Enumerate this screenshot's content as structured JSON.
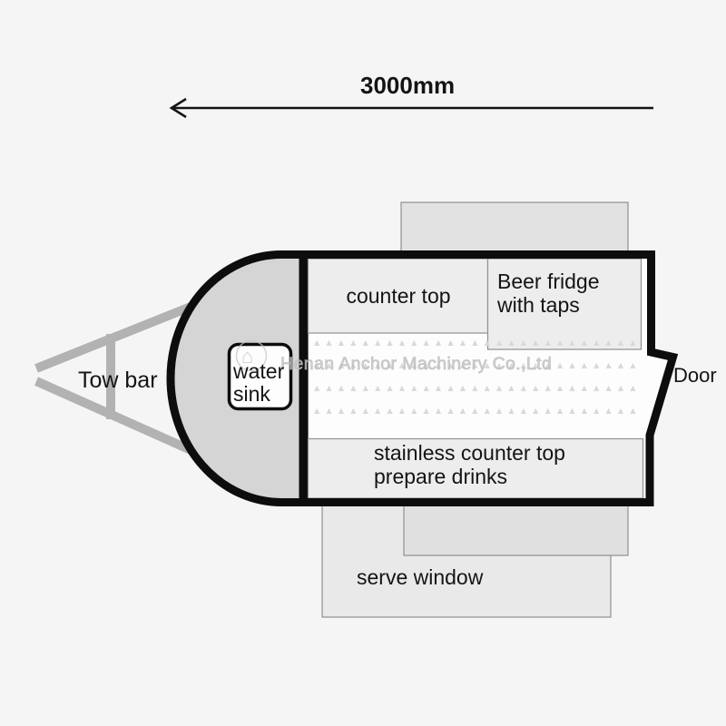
{
  "diagram": {
    "dimension_label": "3000mm",
    "labels": {
      "tow_bar": "Tow bar",
      "water_sink": "water\nsink",
      "counter_top": "counter top",
      "beer_fridge": "Beer fridge\nwith taps",
      "door": "Door",
      "stainless_counter": "stainless counter top\nprepare drinks",
      "serve_window": "serve window"
    },
    "watermark": "Henan Anchor Machinery Co.,Ltd",
    "icons": {
      "house_logo": "⌂"
    },
    "floor_pattern": {
      "glyph": "▲",
      "rows": 4,
      "cols": 28
    },
    "colors": {
      "bg": "#f4f5f4",
      "ink": "#141414",
      "wall": "#0d0d0d",
      "floor": "#fdfdfd",
      "nose": "#d5d5d5",
      "box": "#ededed",
      "hatch": "#e2e2e2",
      "hatch-big": "#e9e9e9",
      "hatch-dark": "#e0e0e0",
      "towbar": "#b2b2b2",
      "thin": "#909090",
      "pattern": "#d9d9d9",
      "wmark": "#c6c6c6"
    }
  }
}
